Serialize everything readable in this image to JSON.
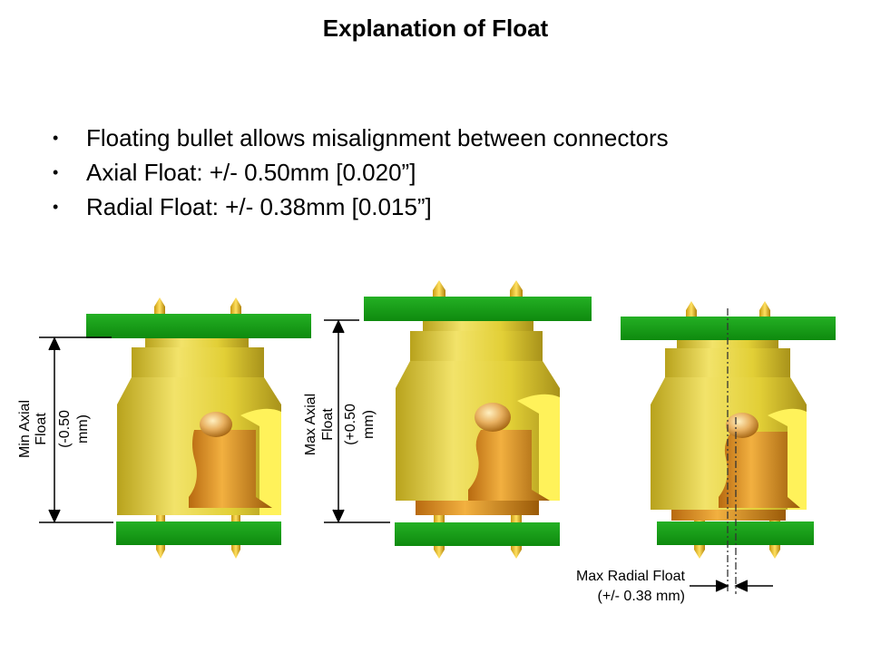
{
  "title": "Explanation of Float",
  "bullets": [
    "Floating bullet allows misalignment between connectors",
    "Axial Float: +/- 0.50mm [0.020”]",
    "Radial Float: +/- 0.38mm [0.015”]"
  ],
  "diagram": {
    "min_axial_label": [
      "Min Axial",
      "Float",
      "(-0.50",
      "mm)"
    ],
    "max_axial_label": [
      "Max Axial",
      "Float",
      "(+0.50",
      "mm)"
    ],
    "radial_label": [
      "Max Radial Float",
      "(+/- 0.38 mm)"
    ]
  },
  "colors": {
    "board_green": "#1a9e1a",
    "body_gold": "#e8d23a",
    "bullet_orange": "#e0a020"
  }
}
